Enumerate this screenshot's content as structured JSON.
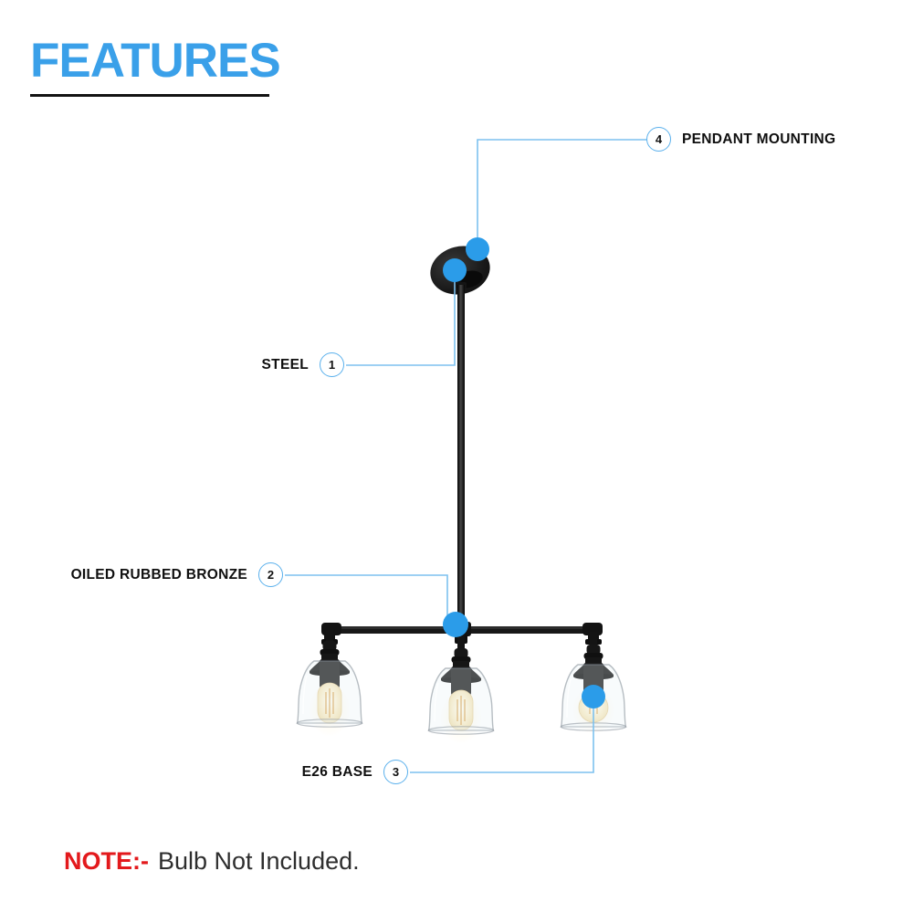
{
  "title": "FEATURES",
  "callouts": {
    "steel": {
      "number": "1",
      "label": "STEEL"
    },
    "finish": {
      "number": "2",
      "label": "OILED RUBBED BRONZE"
    },
    "base": {
      "number": "3",
      "label": "E26 BASE"
    },
    "mounting": {
      "number": "4",
      "label": "PENDANT MOUNTING"
    }
  },
  "note": {
    "prefix": "NOTE:-",
    "text": "Bulb Not Included."
  },
  "fixture": {
    "light_count": 3
  },
  "colors": {
    "title_blue": "#3AA0E9",
    "dot_blue": "#2B9CE9",
    "callout_line_blue": "#7DC1EF",
    "badge_ring_blue": "#5AB0EC",
    "note_red": "#E3191C",
    "fixture_black": "#141414"
  }
}
